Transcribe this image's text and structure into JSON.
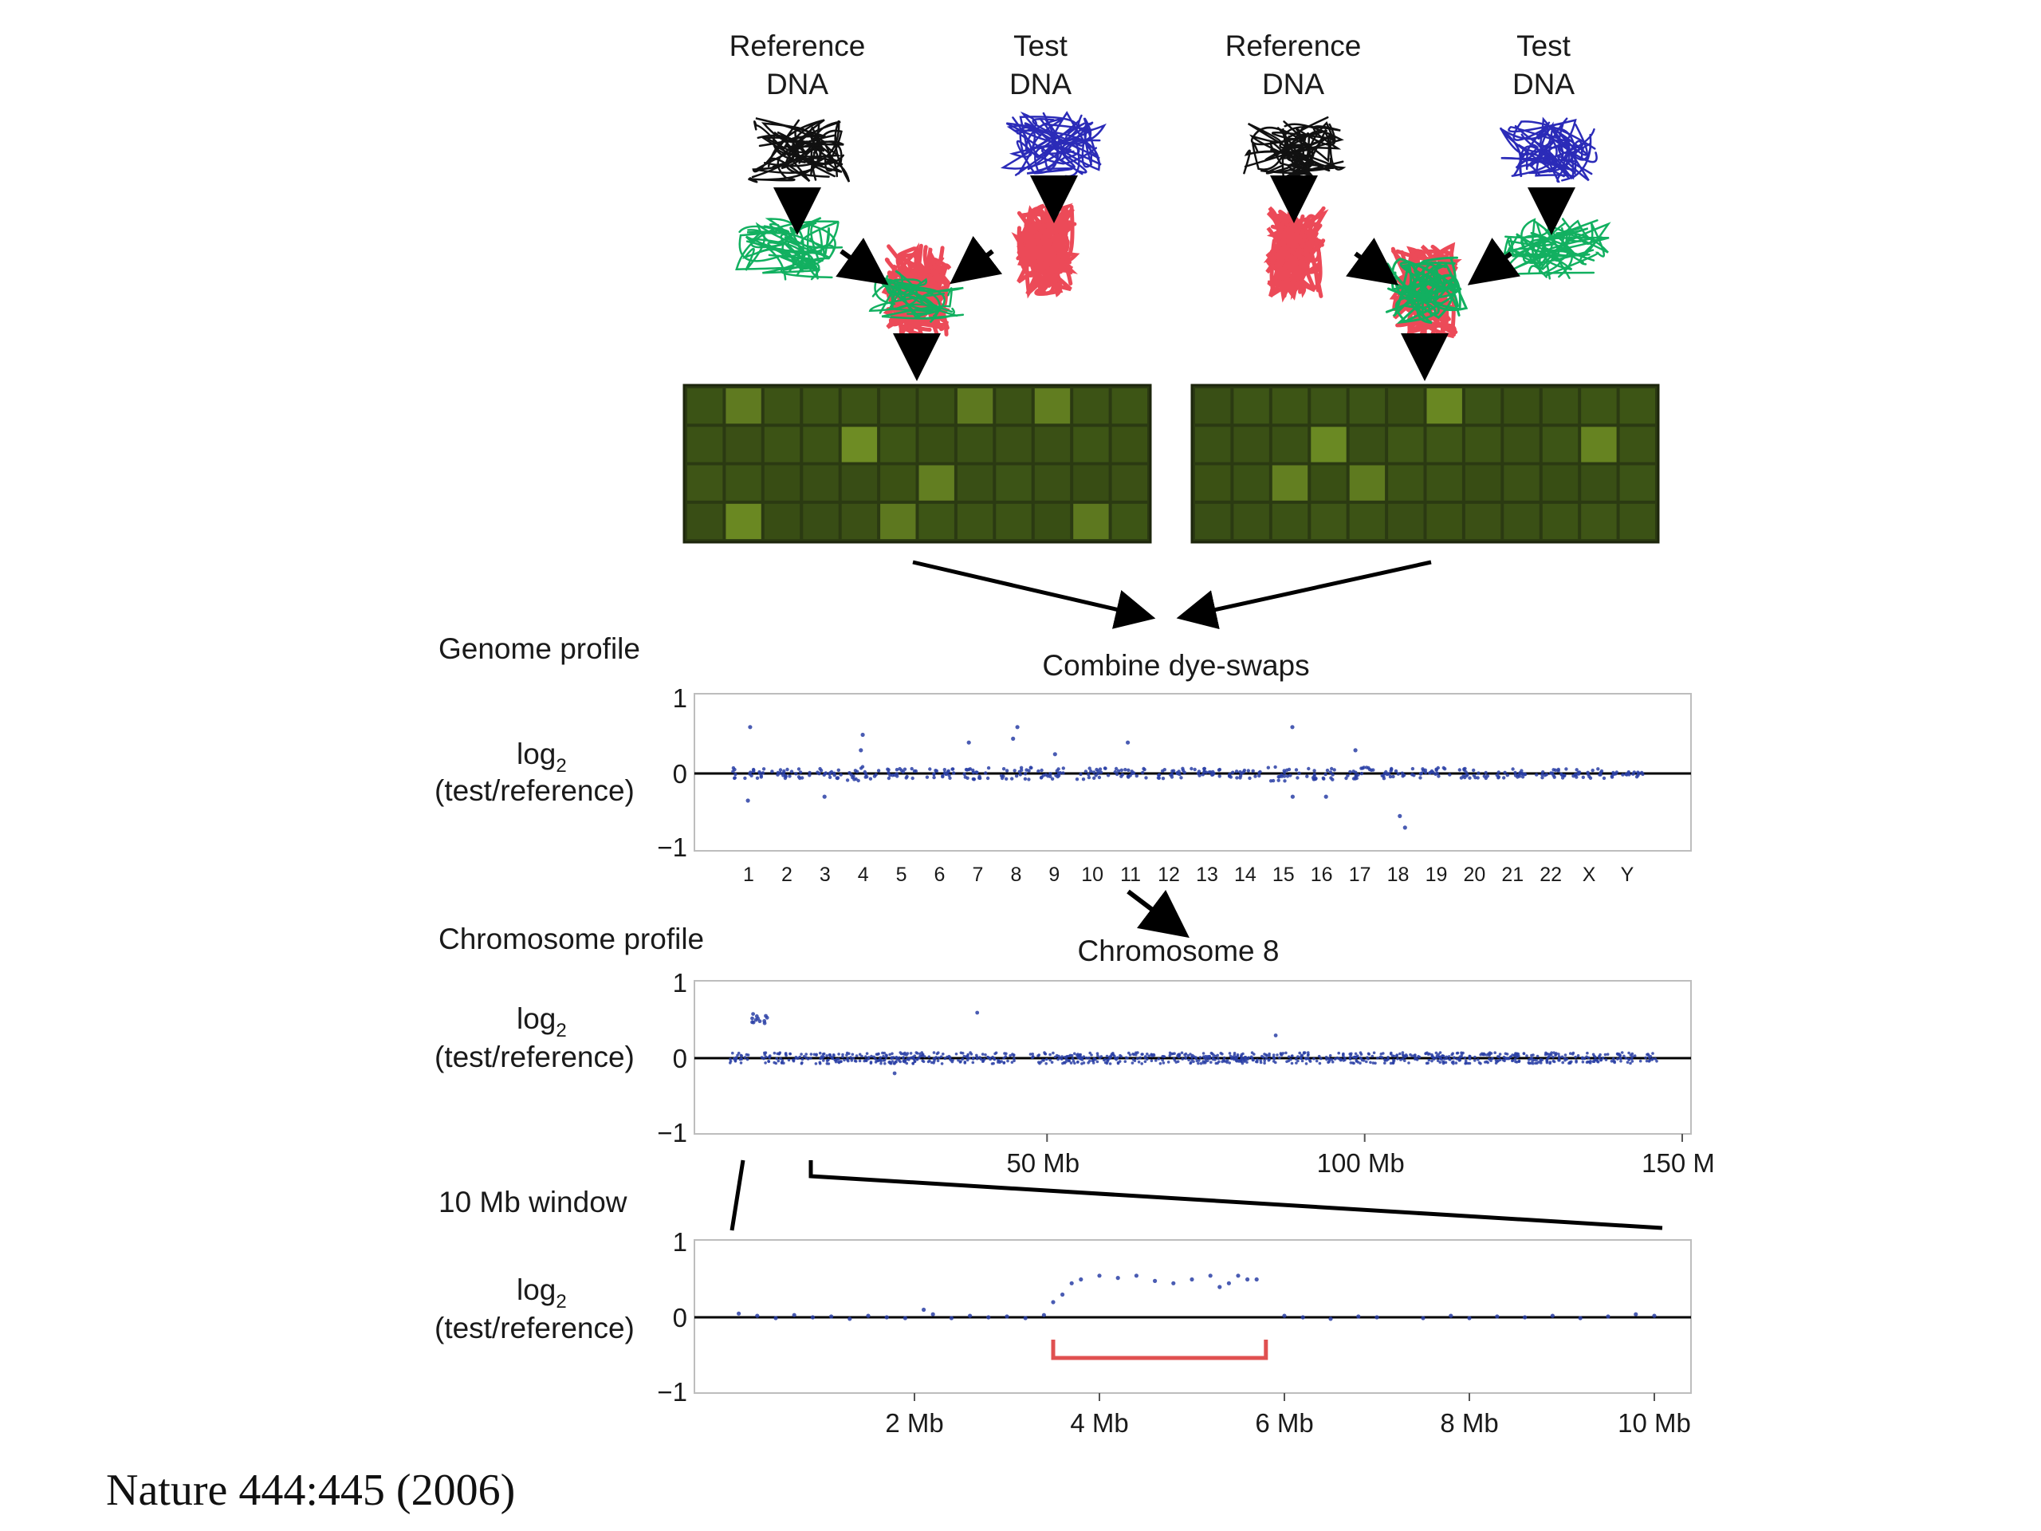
{
  "colors": {
    "reference_dna": "#111111",
    "test_dna": "#2b2bb8",
    "green_dye": "#12b060",
    "red_dye": "#ec4a58",
    "array_bg": "#2b3a12",
    "array_cell": "#3e5616",
    "array_bright": "#6f8e24",
    "points": "#2a3fa6",
    "bracket": "#e05050",
    "axis": "#000000",
    "frame": "#bdbdbd"
  },
  "labels": {
    "left_reference_line1": "Reference",
    "left_reference_line2": "DNA",
    "left_test_line1": "Test",
    "left_test_line2": "DNA",
    "right_reference_line1": "Reference",
    "right_reference_line2": "DNA",
    "right_test_line1": "Test",
    "right_test_line2": "DNA",
    "combine": "Combine dye-swaps",
    "genome_profile": "Genome profile",
    "chromosome_profile": "Chromosome profile",
    "window_profile": "10 Mb window",
    "chromosome_8": "Chromosome 8",
    "ylabel_line1": "log",
    "ylabel_sub": "2",
    "ylabel_line2": "(test/reference)",
    "citation": "Nature 444:445 (2006)"
  },
  "chart_data": [
    {
      "type": "scatter",
      "panel": "genome",
      "ylim": [
        -1,
        1
      ],
      "yticks": [
        "1",
        "0",
        "−1"
      ],
      "categories": [
        "1",
        "2",
        "3",
        "4",
        "5",
        "6",
        "7",
        "8",
        "9",
        "10",
        "11",
        "12",
        "13",
        "14",
        "15",
        "16",
        "17",
        "18",
        "19",
        "20",
        "21",
        "22",
        "X",
        "Y"
      ],
      "baseline": 0,
      "ranges": [
        {
          "category": "1",
          "spread": 0.05
        },
        {
          "category": "2",
          "spread": 0.04
        },
        {
          "category": "3",
          "spread": 0.04
        },
        {
          "category": "4",
          "spread": 0.06
        },
        {
          "category": "5",
          "spread": 0.04
        },
        {
          "category": "6",
          "spread": 0.04
        },
        {
          "category": "7",
          "spread": 0.05
        },
        {
          "category": "8",
          "spread": 0.05
        },
        {
          "category": "9",
          "spread": 0.05
        },
        {
          "category": "10",
          "spread": 0.05
        },
        {
          "category": "11",
          "spread": 0.04
        },
        {
          "category": "12",
          "spread": 0.04
        },
        {
          "category": "13",
          "spread": 0.04
        },
        {
          "category": "14",
          "spread": 0.04
        },
        {
          "category": "15",
          "spread": 0.06
        },
        {
          "category": "16",
          "spread": 0.05
        },
        {
          "category": "17",
          "spread": 0.05
        },
        {
          "category": "18",
          "spread": 0.04
        },
        {
          "category": "19",
          "spread": 0.05
        },
        {
          "category": "20",
          "spread": 0.04
        },
        {
          "category": "21",
          "spread": 0.04
        },
        {
          "category": "22",
          "spread": 0.04
        },
        {
          "category": "X",
          "spread": 0.04
        },
        {
          "category": "Y",
          "spread": 0.03
        }
      ],
      "outliers": [
        {
          "category": "1",
          "y": 0.6
        },
        {
          "category": "1",
          "y": -0.35
        },
        {
          "category": "3",
          "y": -0.3
        },
        {
          "category": "4",
          "y": 0.5
        },
        {
          "category": "4",
          "y": 0.3
        },
        {
          "category": "7",
          "y": 0.4
        },
        {
          "category": "8",
          "y": 0.6
        },
        {
          "category": "8",
          "y": 0.45
        },
        {
          "category": "9",
          "y": 0.25
        },
        {
          "category": "11",
          "y": 0.4
        },
        {
          "category": "15",
          "y": 0.6
        },
        {
          "category": "15",
          "y": -0.3
        },
        {
          "category": "16",
          "y": -0.3
        },
        {
          "category": "17",
          "y": 0.3
        },
        {
          "category": "18",
          "y": -0.7
        },
        {
          "category": "18",
          "y": -0.55
        }
      ]
    },
    {
      "type": "scatter",
      "panel": "chromosome-8",
      "ylim": [
        -1,
        1
      ],
      "yticks": [
        "1",
        "0",
        "−1"
      ],
      "xlim_mb": [
        0,
        150
      ],
      "xticks": [
        {
          "value": 50,
          "label": "50 Mb"
        },
        {
          "value": 100,
          "label": "100 Mb"
        },
        {
          "value": 150,
          "label": "150 M"
        }
      ],
      "segments_mb": [
        [
          0,
          3
        ],
        [
          5,
          45
        ],
        [
          47,
          146
        ]
      ],
      "gain": {
        "x_mb": [
          3.5,
          6
        ],
        "y": 0.5
      },
      "outliers": [
        {
          "x_mb": 39,
          "y": 0.6
        },
        {
          "x_mb": 86,
          "y": 0.3
        },
        {
          "x_mb": 26,
          "y": -0.2
        }
      ]
    },
    {
      "type": "scatter",
      "panel": "10-mb-window",
      "ylim": [
        -1,
        1
      ],
      "yticks": [
        "1",
        "0",
        "−1"
      ],
      "xlim_mb": [
        0,
        10
      ],
      "xticks": [
        {
          "value": 2,
          "label": "2 Mb"
        },
        {
          "value": 4,
          "label": "4 Mb"
        },
        {
          "value": 6,
          "label": "6 Mb"
        },
        {
          "value": 8,
          "label": "8 Mb"
        },
        {
          "value": 10,
          "label": "10 Mb"
        }
      ],
      "points": [
        [
          0.1,
          0.05
        ],
        [
          0.3,
          0.02
        ],
        [
          0.5,
          -0.01
        ],
        [
          0.7,
          0.03
        ],
        [
          0.9,
          0.0
        ],
        [
          1.1,
          0.01
        ],
        [
          1.3,
          -0.02
        ],
        [
          1.5,
          0.02
        ],
        [
          1.7,
          0.0
        ],
        [
          1.9,
          -0.01
        ],
        [
          2.1,
          0.1
        ],
        [
          2.2,
          0.04
        ],
        [
          2.4,
          -0.01
        ],
        [
          2.6,
          0.02
        ],
        [
          2.8,
          0.0
        ],
        [
          3.0,
          0.01
        ],
        [
          3.2,
          -0.01
        ],
        [
          3.4,
          0.03
        ],
        [
          3.5,
          0.2
        ],
        [
          3.6,
          0.3
        ],
        [
          3.7,
          0.45
        ],
        [
          3.8,
          0.5
        ],
        [
          4.0,
          0.55
        ],
        [
          4.2,
          0.52
        ],
        [
          4.4,
          0.55
        ],
        [
          4.6,
          0.48
        ],
        [
          4.8,
          0.45
        ],
        [
          5.0,
          0.5
        ],
        [
          5.2,
          0.55
        ],
        [
          5.3,
          0.4
        ],
        [
          5.4,
          0.45
        ],
        [
          5.5,
          0.55
        ],
        [
          5.6,
          0.5
        ],
        [
          5.7,
          0.5
        ],
        [
          6.0,
          0.02
        ],
        [
          6.2,
          0.0
        ],
        [
          6.5,
          -0.02
        ],
        [
          6.8,
          0.01
        ],
        [
          7.0,
          0.0
        ],
        [
          7.5,
          -0.01
        ],
        [
          7.8,
          0.02
        ],
        [
          8.0,
          -0.01
        ],
        [
          8.3,
          0.01
        ],
        [
          8.6,
          0.0
        ],
        [
          8.9,
          0.02
        ],
        [
          9.2,
          -0.01
        ],
        [
          9.5,
          0.01
        ],
        [
          9.8,
          0.04
        ],
        [
          10.0,
          0.02
        ]
      ],
      "bracket_mb": [
        3.5,
        5.8
      ]
    }
  ]
}
